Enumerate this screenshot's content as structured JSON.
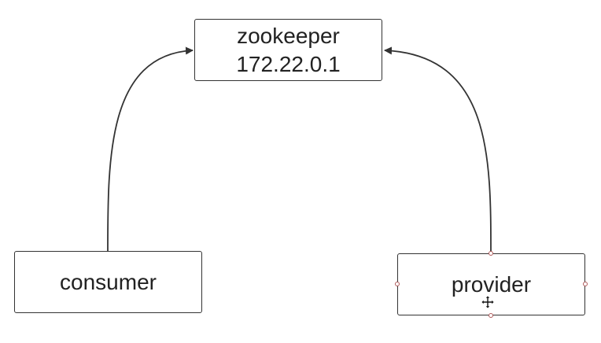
{
  "nodes": {
    "zookeeper": {
      "title": "zookeeper",
      "subtitle": "172.22.0.1"
    },
    "consumer": {
      "label": "consumer"
    },
    "provider": {
      "label": "provider"
    }
  },
  "edges": [
    {
      "from": "consumer",
      "to": "zookeeper"
    },
    {
      "from": "provider",
      "to": "zookeeper"
    }
  ],
  "selection": {
    "selected_node": "provider",
    "cursor_icon": "move-cursor-icon"
  },
  "colors": {
    "stroke": "#333333",
    "handle": "#b05a5a"
  }
}
